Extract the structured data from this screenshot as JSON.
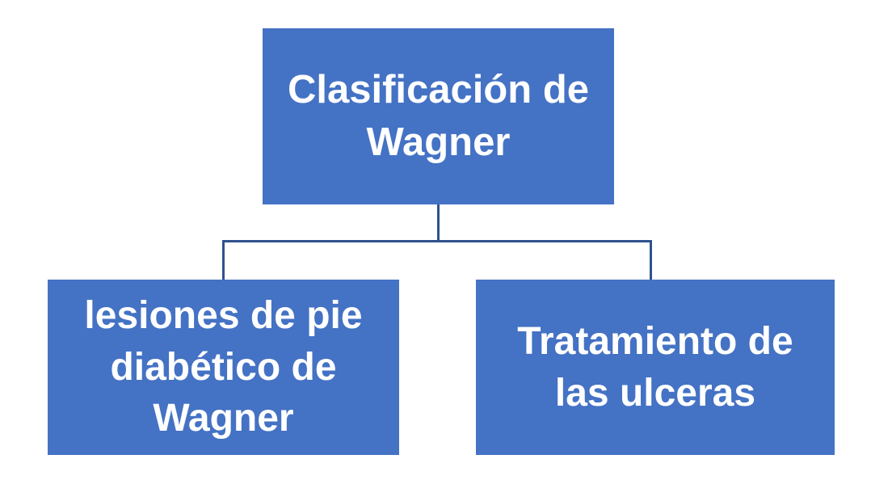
{
  "colors": {
    "node_fill": "#4472C4",
    "node_text": "#FFFFFF",
    "connector": "#2F528F",
    "background": "#FFFFFF"
  },
  "diagram": {
    "type": "hierarchy",
    "nodes": {
      "root": {
        "label": "Clasificación de\nWagner"
      },
      "left": {
        "label": "lesiones de pie\ndiabético de\nWagner"
      },
      "right": {
        "label": "Tratamiento de\nlas ulceras"
      }
    },
    "edges": [
      {
        "from": "root",
        "to": "left"
      },
      {
        "from": "root",
        "to": "right"
      }
    ]
  }
}
